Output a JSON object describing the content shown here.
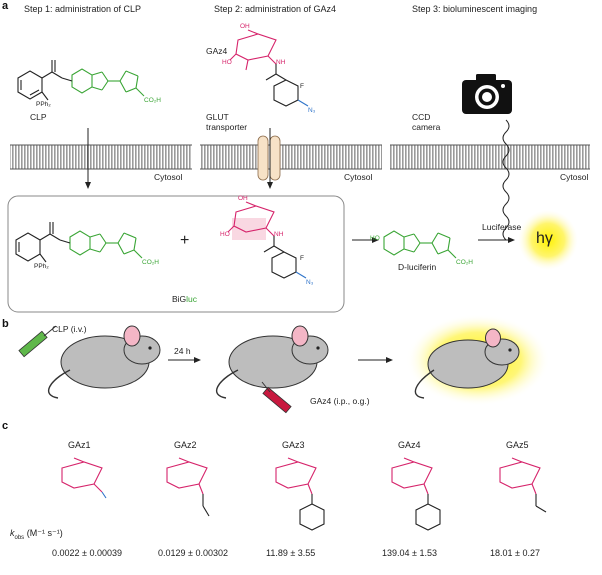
{
  "panels": {
    "a": "a",
    "b": "b",
    "c": "c"
  },
  "steps": {
    "s1": "Step 1: administration of CLP",
    "s2": "Step 2: administration of GAz4",
    "s3": "Step 3: bioluminescent imaging"
  },
  "labels": {
    "clp": "CLP",
    "gaz4": "GAz4",
    "glut1": "GLUT",
    "glut2": "transporter",
    "ccd1": "CCD",
    "ccd2": "camera",
    "cytosol": "Cytosol",
    "luciferase": "Luciferase",
    "hv": "hγ",
    "bigluc_a": "BiG",
    "bigluc_b": "luc",
    "dluciferin": "D-luciferin",
    "plus": "+",
    "pph2": "PPh₂",
    "co2h": "CO₂H",
    "n3": "N₃",
    "ho": "HO",
    "oh": "OH",
    "nh": "NH",
    "f": "F"
  },
  "panel_b": {
    "clp_iv": "CLP (i.v.)",
    "time": "24 h",
    "gaz4_route": "GAz4 (i.p., o.g.)"
  },
  "panel_c": {
    "compounds": [
      "GAz1",
      "GAz2",
      "GAz3",
      "GAz4",
      "GAz5"
    ],
    "kobs_label": "k",
    "kobs_sub": "obs",
    "kobs_unit": "(M⁻¹ s⁻¹)",
    "values": [
      "0.0022 ± 0.00039",
      "0.0129 ± 0.00302",
      "11.89 ± 3.55",
      "139.04 ± 1.53",
      "18.01 ± 0.27"
    ]
  },
  "colors": {
    "green": "#3aa535",
    "red": "#d6246b",
    "blue": "#2f74c9",
    "glow": "#ffe600"
  },
  "icons": {
    "camera": "camera-icon",
    "syringe": "syringe-icon",
    "mouse": "mouse-icon",
    "membrane": "membrane"
  }
}
